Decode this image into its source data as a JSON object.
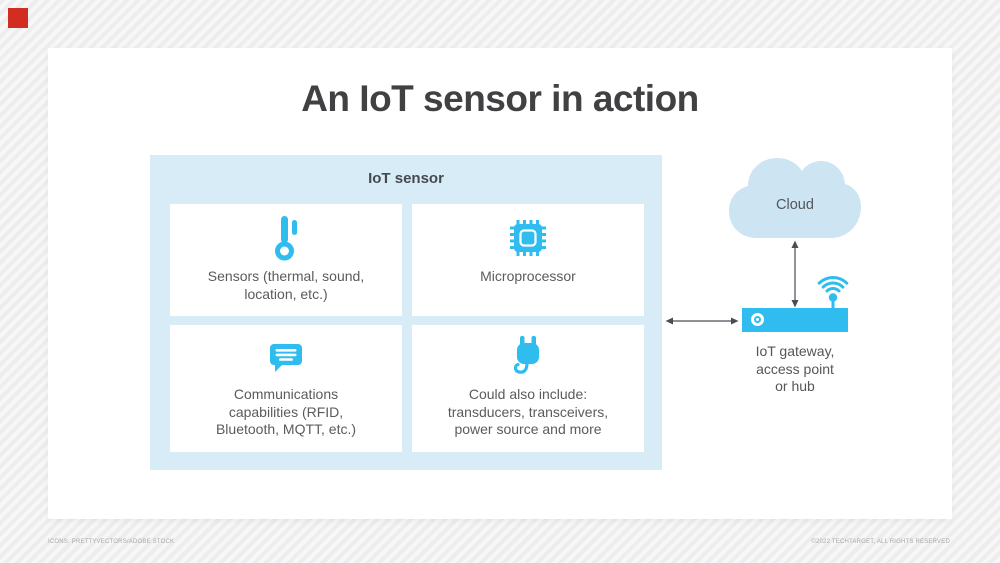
{
  "page": {
    "title": "An IoT sensor in action",
    "footer_left": "ICONS: PRETTYVECTORS/ADOBE STOCK",
    "footer_right": "©2022 TECHTARGET, ALL RIGHTS RESERVED"
  },
  "panel": {
    "label": "IoT sensor",
    "boxes": [
      {
        "icon": "thermometer-icon",
        "text": "Sensors (thermal, sound,\nlocation, etc.)"
      },
      {
        "icon": "microprocessor-chip-icon",
        "text": "Microprocessor"
      },
      {
        "icon": "chat-bubble-icon",
        "text": "Communications\ncapabilities (RFID,\nBluetooth, MQTT, etc.)"
      },
      {
        "icon": "power-plug-icon",
        "text": "Could also include:\ntransducers, transceivers,\npower source and more"
      }
    ]
  },
  "cloud": {
    "icon": "cloud-icon",
    "label": "Cloud"
  },
  "gateway": {
    "icons": [
      "power-button-icon",
      "wifi-icon"
    ],
    "label": "IoT gateway,\naccess point\nor hub"
  },
  "connections": [
    "sensor-to-gateway-arrow",
    "gateway-to-cloud-arrow"
  ],
  "colors": {
    "accent_blue": "#2fbcee",
    "panel_blue": "#d8ecf8",
    "cloud_blue": "#cde4f3",
    "title_gray": "#414042",
    "text_gray": "#5a5b5e",
    "arrow_gray": "#4a4e54",
    "red_marker": "#d22d21"
  }
}
